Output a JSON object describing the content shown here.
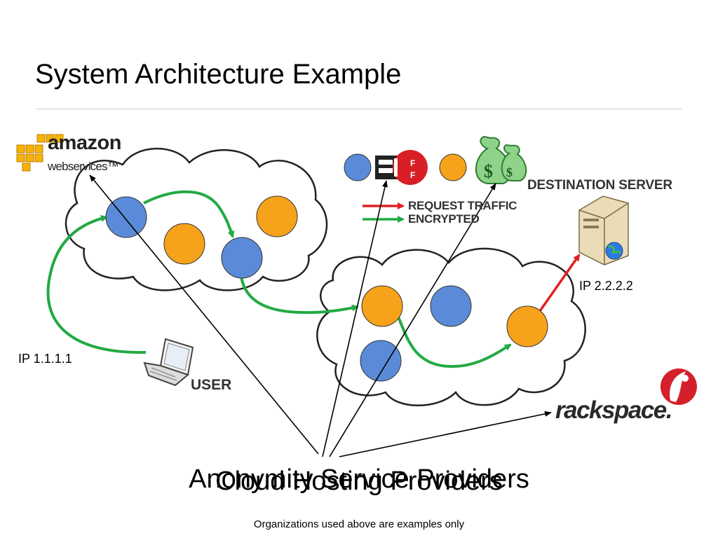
{
  "slide": {
    "title": "System Architecture Example",
    "footnote": "Organizations used above are examples only"
  },
  "captions": {
    "overlay_1": "Anonymity Service Providers",
    "overlay_2": "Cloud Hosting Providers"
  },
  "diagram": {
    "user": {
      "label": "USER",
      "ip": "IP 1.1.1.1"
    },
    "destination": {
      "label": "DESTINATION SERVER",
      "ip": "IP 2.2.2.2"
    },
    "legend": {
      "request": {
        "label": "REQUEST TRAFFIC",
        "color": "#e02020"
      },
      "encrypted": {
        "label": "ENCRYPTED",
        "color": "#22aa44"
      }
    },
    "node_colors": {
      "blue": "#5b8bd8",
      "orange": "#f7a21b"
    },
    "logos": {
      "aws": {
        "line1": "amazon",
        "line2": "webservices™",
        "icon": "aws-cubes-icon"
      },
      "rackspace": {
        "text": "rackspace.",
        "icon": "rackspace-logo-icon"
      },
      "eff": {
        "icon": "eff-logo-icon"
      },
      "money": {
        "icon": "money-bags-icon"
      },
      "server": {
        "icon": "server-globe-icon"
      },
      "laptop": {
        "icon": "laptop-icon"
      }
    }
  }
}
